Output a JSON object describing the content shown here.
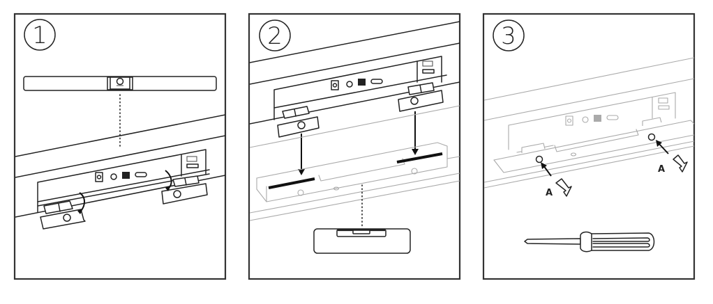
{
  "figure": {
    "description": "Three-step instruction illustration for mounting a camera bar onto a display bracket",
    "steps": [
      {
        "number": "1",
        "action": "Flip down the two mounting clips on the display's rear port panel; align camera bar above"
      },
      {
        "number": "2",
        "action": "Lower the bracket onto the clips; align the centre hub below"
      },
      {
        "number": "3",
        "action": "Secure with screws A using a screwdriver"
      }
    ],
    "labels": {
      "screw_left": "A",
      "screw_right": "A"
    },
    "colors": {
      "line": "#222222",
      "faded_line": "#aaaaaa",
      "frame": "#333333",
      "background": "#ffffff"
    }
  }
}
